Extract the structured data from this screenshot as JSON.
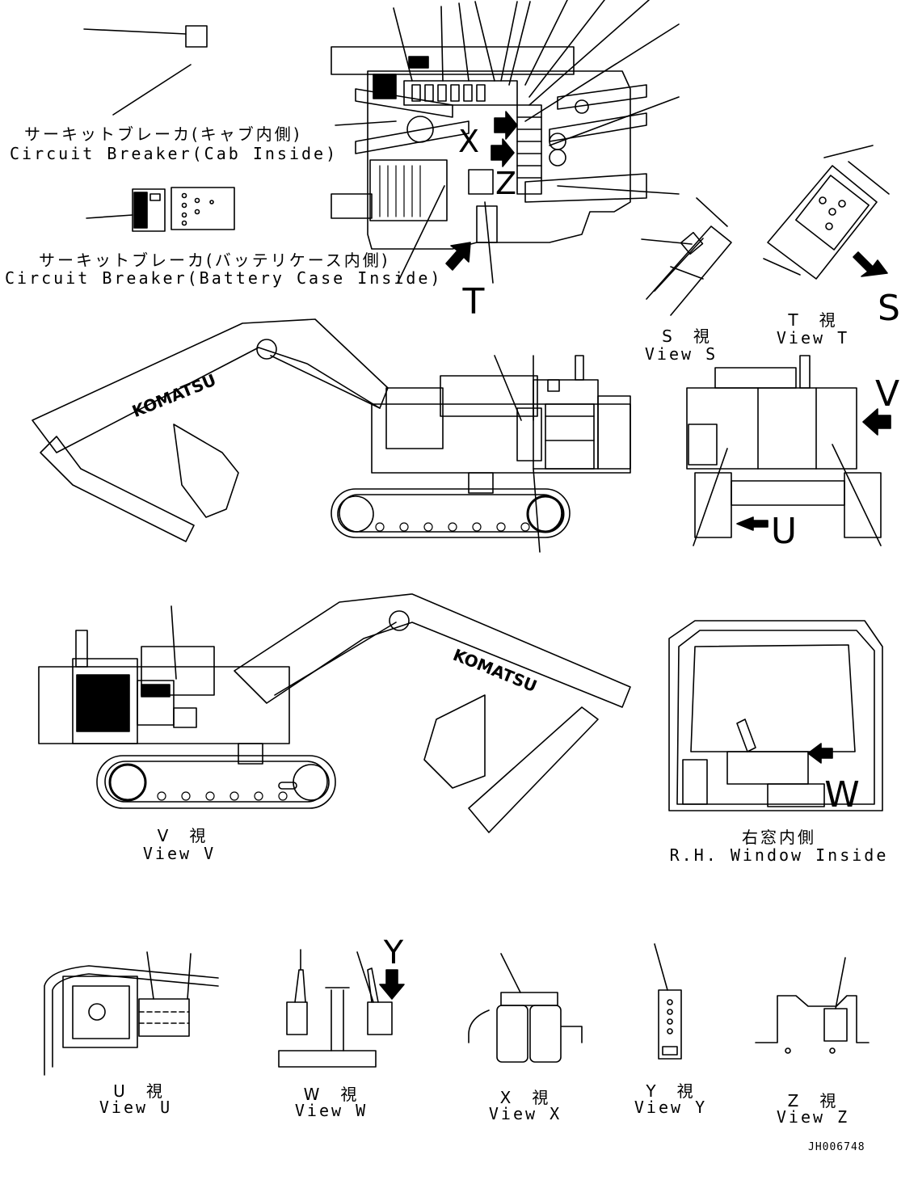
{
  "captions": {
    "cb_cab_jp": "サーキットブレーカ(キャブ内側)",
    "cb_cab_en": "Circuit Breaker(Cab Inside)",
    "cb_batt_jp": "サーキットブレーカ(バッテリケース内側)",
    "cb_batt_en": "Circuit Breaker(Battery Case Inside)",
    "view_s_jp": "S　視",
    "view_s_en": "View S",
    "view_t_jp": "T　視",
    "view_t_en": "View T",
    "view_v_jp": "V　視",
    "view_v_en": "View V",
    "rh_window_jp": "右窓内側",
    "rh_window_en": "R.H. Window Inside",
    "view_u_jp": "U　視",
    "view_u_en": "View U",
    "view_w_jp": "W　視",
    "view_w_en": "View W",
    "view_x_jp": "X　視",
    "view_x_en": "View X",
    "view_y_jp": "Y　視",
    "view_y_en": "View Y",
    "view_z_jp": "Z　視",
    "view_z_en": "View Z"
  },
  "view_letters": {
    "x": "X",
    "z": "Z",
    "t": "T",
    "s": "S",
    "v": "V",
    "u": "U",
    "w": "W",
    "y": "Y"
  },
  "brand": "KOMATSU",
  "drawing_code": "JH006748"
}
